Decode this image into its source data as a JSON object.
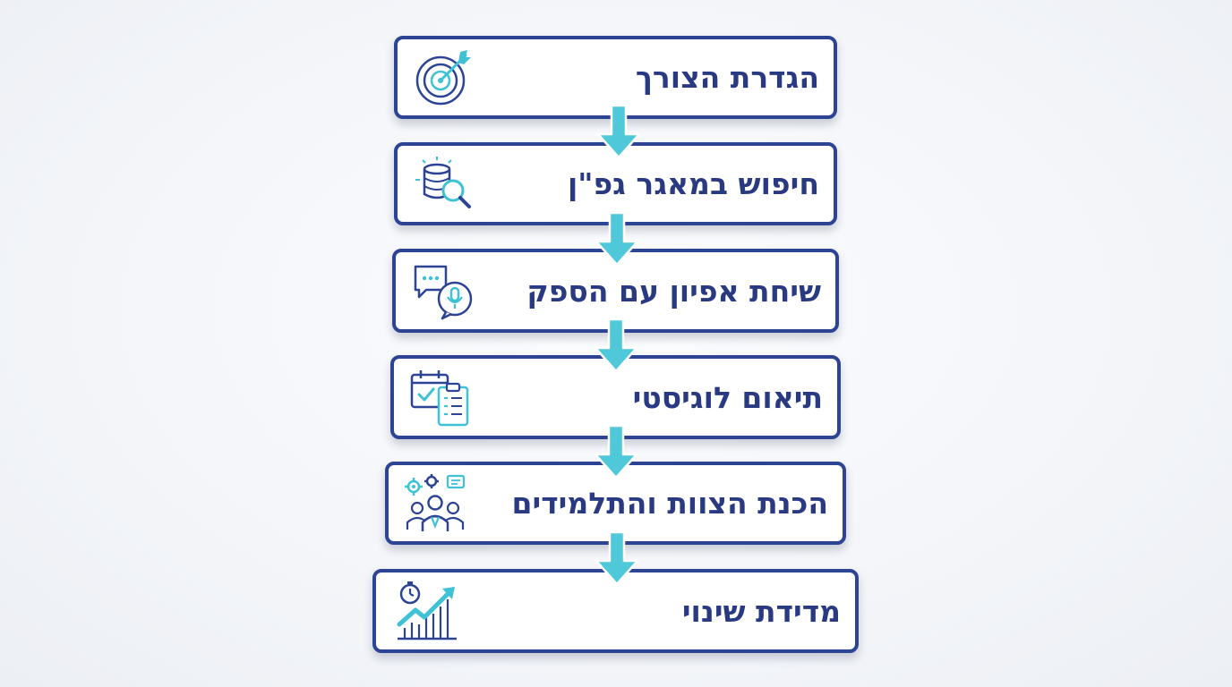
{
  "steps": [
    {
      "label": "הגדרת הצורך",
      "icon": "target-arrow-icon"
    },
    {
      "label": "חיפוש במאגר גפ\"ן",
      "icon": "database-search-icon"
    },
    {
      "label": "שיחת אפיון עם הספק",
      "icon": "chat-microphone-icon"
    },
    {
      "label": "תיאום לוגיסטי",
      "icon": "calendar-checklist-icon"
    },
    {
      "label": "הכנת הצוות והתלמידים",
      "icon": "team-gears-icon"
    },
    {
      "label": "מדידת שינוי",
      "icon": "growth-chart-stopwatch-icon"
    }
  ],
  "colors": {
    "border": "#2d4393",
    "text": "#2a3a82",
    "arrow": "#4fc9d9",
    "icon_dark": "#2d4393",
    "icon_accent": "#3fc1d6"
  }
}
